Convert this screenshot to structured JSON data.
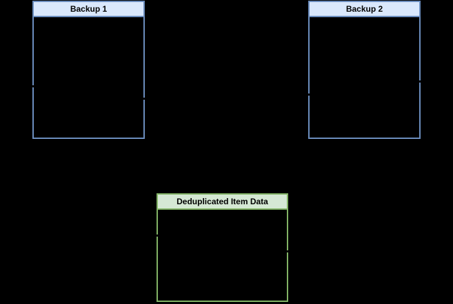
{
  "diagram": {
    "background_color": "#000000",
    "boxes": [
      {
        "title": "Backup 1",
        "fill_color": "#dae8fc",
        "stroke_color": "#6c8ebf",
        "title_color": "#000000"
      },
      {
        "title": "Backup 2",
        "fill_color": "#dae8fc",
        "stroke_color": "#6c8ebf",
        "title_color": "#000000"
      },
      {
        "title": "Deduplicated Item Data",
        "fill_color": "#d5e8d4",
        "stroke_color": "#82b366",
        "title_color": "#000000"
      }
    ],
    "connector_stub_color": "#000000"
  }
}
